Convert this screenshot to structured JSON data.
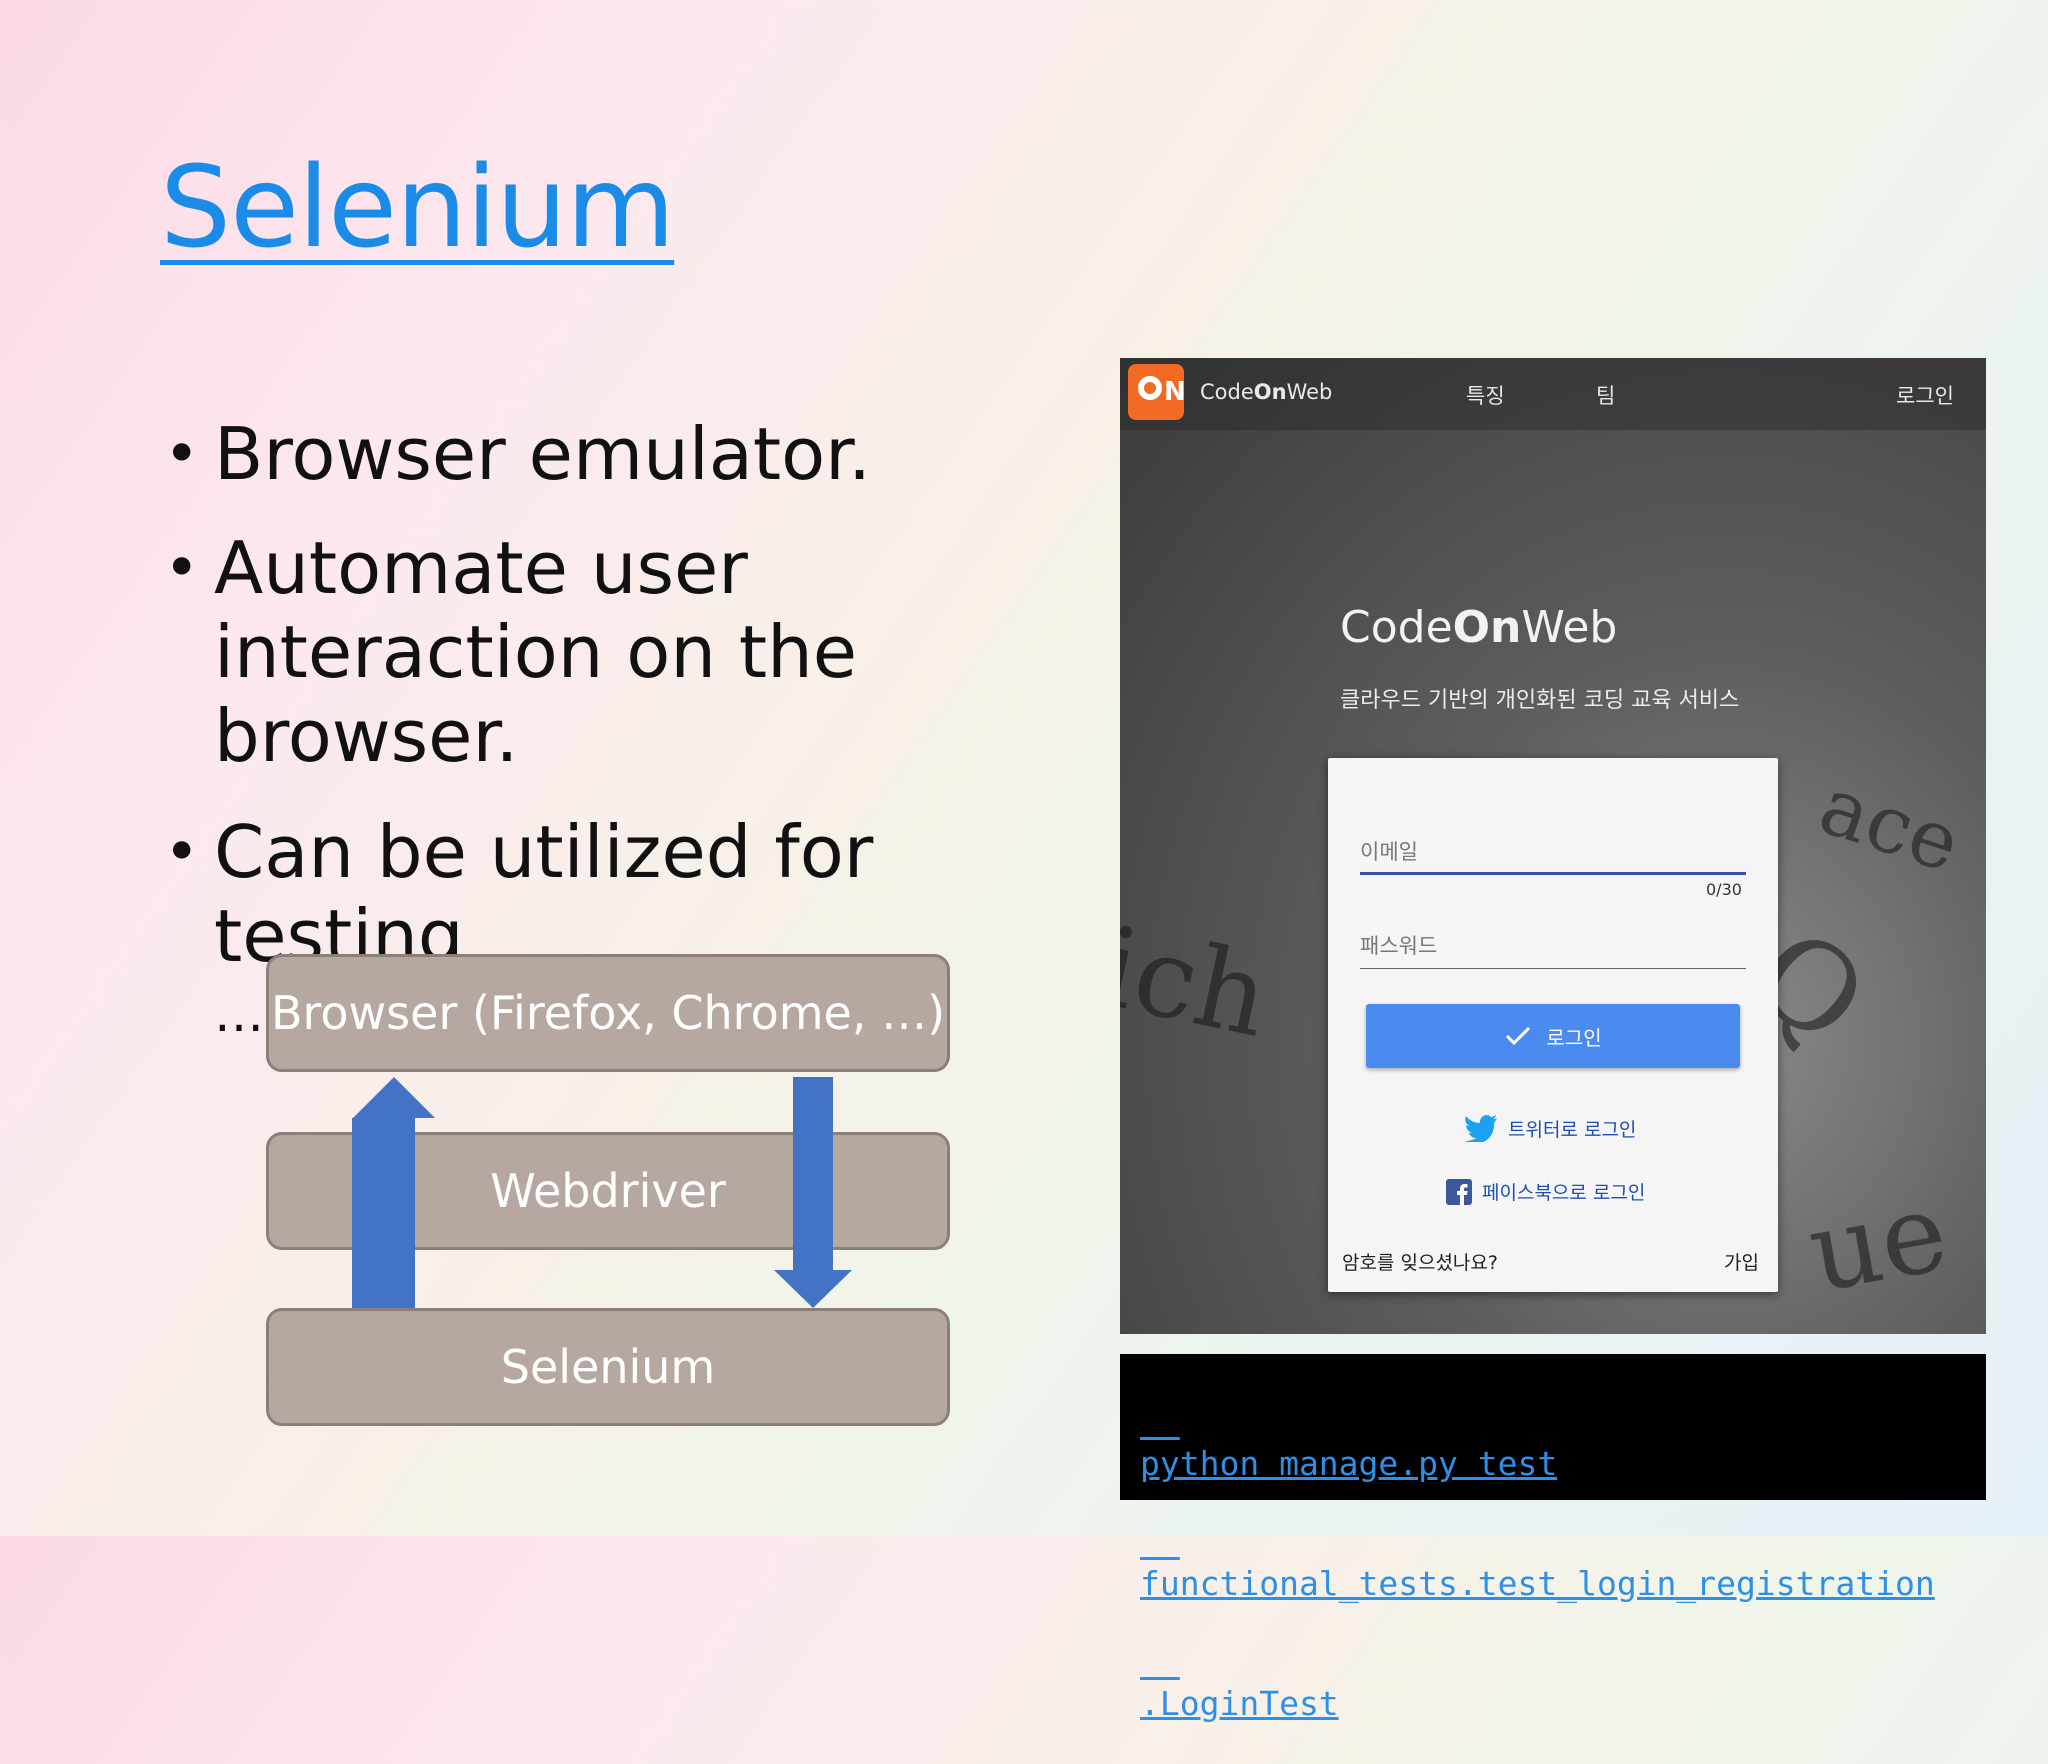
{
  "slide": {
    "title": "Selenium",
    "bullets": [
      {
        "text": "Browser emulator."
      },
      {
        "text": "Automate user interaction on the browser."
      },
      {
        "text": "Can be utilized for testing",
        "sub": "… and other things."
      }
    ],
    "bullet_glyph": "•"
  },
  "diagram": {
    "layers": [
      "Browser (Firefox, Chrome, …)",
      "Webdriver",
      "Selenium"
    ],
    "box_color": "#b6a8a1",
    "arrow_color": "#4472c4"
  },
  "screenshot": {
    "brand": "CodeOnWeb",
    "brand_pre": "Code",
    "brand_bold": "On",
    "brand_post": "Web",
    "nav": [
      "특징",
      "팀"
    ],
    "nav_login": "로그인",
    "hero_title_pre": "Code",
    "hero_title_bold": "On",
    "hero_title_post": "Web",
    "hero_subtitle": "클라우드 기반의 개인화된 코딩 교육 서비스",
    "form": {
      "email_label": "이메일",
      "email_counter": "0/30",
      "password_label": "패스워드",
      "login_button": "로그인",
      "twitter_login": "트위터로 로그인",
      "facebook_login": "페이스북으로 로그인",
      "forgot_password": "암호를 잊으셨나요?",
      "signup": "가입"
    },
    "accent": "#4b8bf0"
  },
  "command": {
    "lines": [
      "python manage.py test",
      "functional_tests.test_login_registration",
      ".LoginTest"
    ],
    "color": "#2e8fe6"
  }
}
